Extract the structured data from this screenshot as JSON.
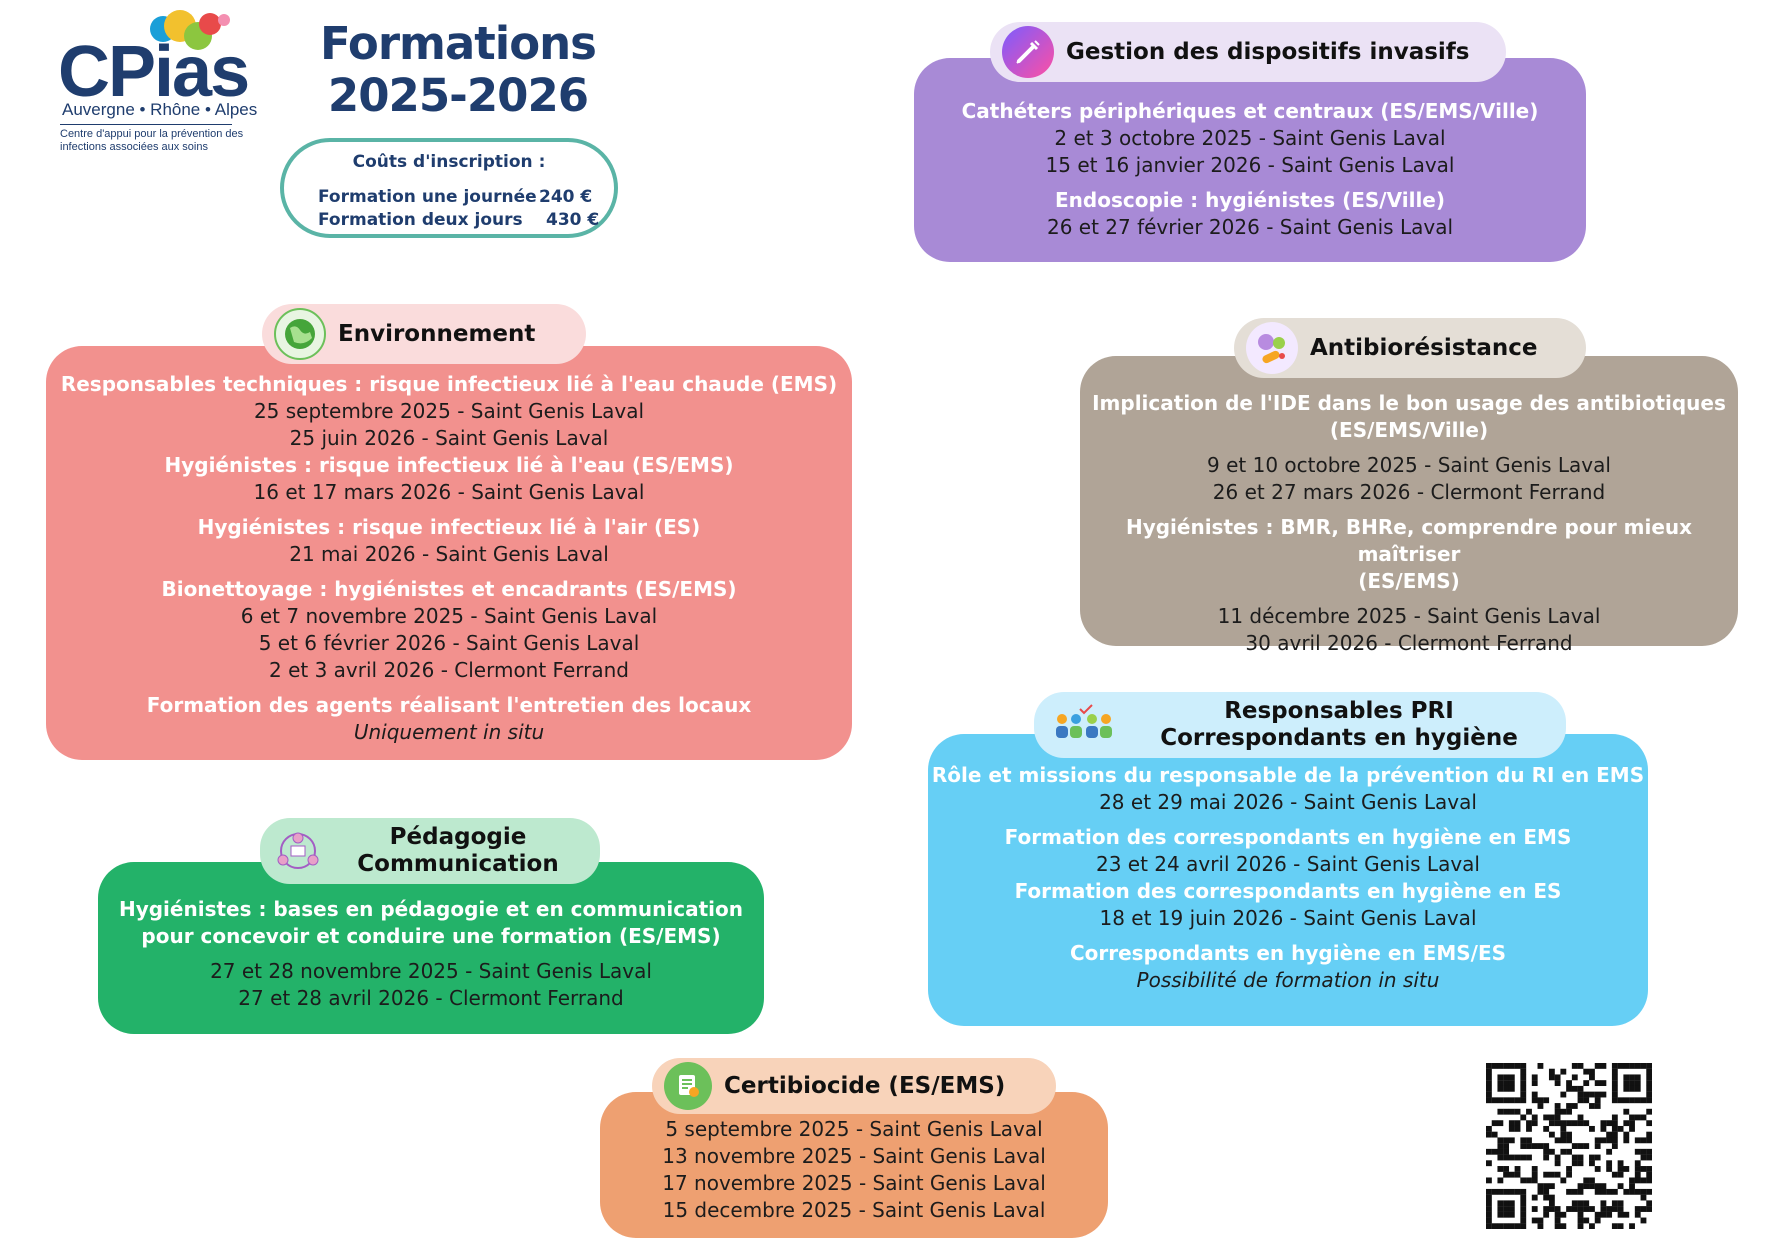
{
  "logo": {
    "word": "CPias",
    "region": "Auvergne • Rhône • Alpes",
    "tagline": "Centre d'appui pour la prévention des infections associées aux soins",
    "colors": [
      "#f2c12e",
      "#e84a4a",
      "#1a9fd8",
      "#8cc63f",
      "#f48fb1"
    ]
  },
  "title": {
    "line1": "Formations",
    "line2": "2025-2026"
  },
  "costs": {
    "title": "Coûts d'inscription :",
    "rows": [
      {
        "label": "Formation une journée",
        "price": "240 €"
      },
      {
        "label": "Formation deux jours",
        "price": "430 €"
      }
    ]
  },
  "sections": {
    "dispositifs": {
      "title": "Gestion des dispositifs invasifs",
      "icon": "syringe-icon",
      "color": "#a88ad6",
      "lines": [
        {
          "text": "Cathéters périphériques et centraux (ES/EMS/Ville)",
          "style": "h"
        },
        {
          "text": "2 et 3 octobre 2025 - Saint Genis Laval"
        },
        {
          "text": "15 et 16 janvier 2026 - Saint Genis Laval"
        },
        {
          "text": "Endoscopie : hygiénistes  (ES/Ville)",
          "style": "h"
        },
        {
          "text": "26 et 27 février 2026 - Saint Genis Laval"
        }
      ]
    },
    "environnement": {
      "title": "Environnement",
      "icon": "globe-icon",
      "color": "#f2918e",
      "lines": [
        {
          "text": "Responsables techniques : risque infectieux lié à l'eau chaude (EMS)",
          "style": "h"
        },
        {
          "text": "25 septembre 2025 - Saint Genis Laval"
        },
        {
          "text": "25 juin 2026 - Saint Genis Laval"
        },
        {
          "text": "Hygiénistes : risque infectieux lié à l'eau  (ES/EMS)",
          "style": "h"
        },
        {
          "text": "16 et 17 mars 2026 - Saint Genis Laval"
        },
        {
          "text": "Hygiénistes : risque infectieux lié à l'air  (ES)",
          "style": "h"
        },
        {
          "text": "21 mai 2026 - Saint Genis Laval"
        },
        {
          "text": "Bionettoyage : hygiénistes et encadrants (ES/EMS)",
          "style": "h"
        },
        {
          "text": "6 et 7 novembre 2025 - Saint Genis Laval"
        },
        {
          "text": "5 et 6 février 2026 - Saint Genis Laval"
        },
        {
          "text": "2 et 3 avril 2026 - Clermont Ferrand"
        },
        {
          "text": "Formation des agents réalisant l'entretien des locaux",
          "style": "h"
        },
        {
          "text": "Uniquement in situ",
          "style": "it"
        }
      ]
    },
    "antibio": {
      "title": "Antibiorésistance",
      "icon": "bacteria-icon",
      "color": "#b0a497",
      "lines": [
        {
          "text": "Implication de l'IDE dans le bon usage des antibiotiques",
          "style": "h"
        },
        {
          "text": "(ES/EMS/Ville)",
          "style": "h"
        },
        {
          "text": "9 et 10 octobre 2025 - Saint Genis Laval"
        },
        {
          "text": "26 et 27 mars 2026 - Clermont Ferrand"
        },
        {
          "text": "Hygiénistes : BMR, BHRe, comprendre pour mieux maîtriser",
          "style": "h"
        },
        {
          "text": "(ES/EMS)",
          "style": "h"
        },
        {
          "text": "11 décembre 2025 - Saint Genis Laval"
        },
        {
          "text": "30 avril 2026 - Clermont Ferrand"
        }
      ]
    },
    "pri": {
      "title1": "Responsables PRI",
      "title2": "Correspondants en hygiène",
      "icon": "team-icon",
      "color": "#66cff5",
      "lines": [
        {
          "text": "Rôle et missions du responsable de la prévention du RI en EMS",
          "style": "h"
        },
        {
          "text": "28 et 29 mai 2026 - Saint Genis Laval"
        },
        {
          "text": "Formation des correspondants en hygiène en EMS",
          "style": "h"
        },
        {
          "text": "23 et 24 avril 2026 - Saint Genis Laval"
        },
        {
          "text": "Formation des correspondants en hygiène en ES",
          "style": "h"
        },
        {
          "text": "18 et 19 juin 2026 - Saint Genis Laval"
        },
        {
          "text": "Correspondants en hygiène en EMS/ES",
          "style": "h"
        },
        {
          "text": "Possibilité de formation in situ",
          "style": "it"
        }
      ]
    },
    "pedago": {
      "title1": "Pédagogie",
      "title2": "Communication",
      "icon": "teaching-icon",
      "color": "#23b269",
      "lines": [
        {
          "text": "Hygiénistes : bases en pédagogie et en communication",
          "style": "h"
        },
        {
          "text": "pour concevoir et conduire une formation (ES/EMS)",
          "style": "h"
        },
        {
          "text": "27 et 28 novembre 2025 - Saint Genis Laval"
        },
        {
          "text": "27 et 28 avril 2026 - Clermont Ferrand"
        }
      ]
    },
    "certi": {
      "title": "Certibiocide (ES/EMS)",
      "icon": "certificate-icon",
      "color": "#eea071",
      "lines": [
        {
          "text": "5 septembre 2025 - Saint Genis Laval"
        },
        {
          "text": "13 novembre 2025 - Saint Genis Laval"
        },
        {
          "text": "17 novembre 2025 - Saint Genis Laval"
        },
        {
          "text": "15 decembre 2025 - Saint Genis Laval"
        }
      ]
    }
  },
  "qr": {
    "icon": "qr-code-icon"
  }
}
